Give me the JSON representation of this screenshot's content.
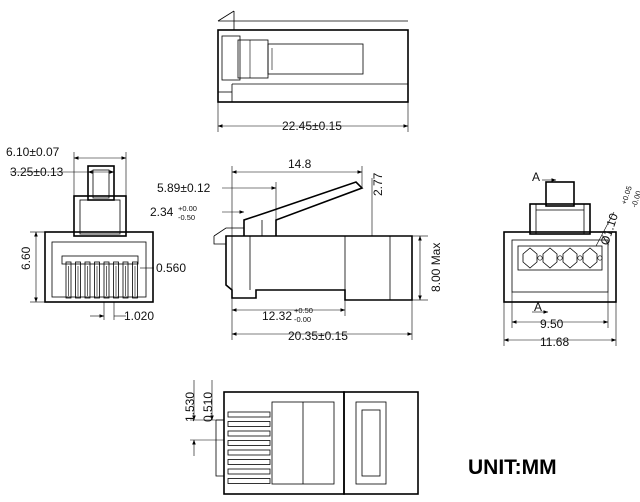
{
  "unit_label": "UNIT:MM",
  "top_view": {
    "width_dim": "22.45±0.15"
  },
  "front_view": {
    "width_outer": "6.10±0.07",
    "width_inner": "3.25±0.13",
    "height": "6.60",
    "contact_width": "0.560",
    "pitch": "1.020"
  },
  "side_view": {
    "latch_length": "14.8",
    "latch_offset": "5.89±0.12",
    "latch_height_main": "2.34",
    "latch_height_tol_upper": "+0.00",
    "latch_height_tol_lower": "-0.50",
    "latch_thickness": "2.77",
    "height_max": "8.00 Max",
    "body_length_main": "12.32",
    "body_length_tol_upper": "+0.50",
    "body_length_tol_lower": "-0.00",
    "overall_length": "20.35±0.15"
  },
  "end_view": {
    "section_top": "A",
    "section_bottom": "A",
    "hole_main": "Ø1.10",
    "hole_tol_upper": "+0.05",
    "hole_tol_lower": "-0.00",
    "inner_width": "9.50",
    "outer_width": "11.68"
  },
  "bottom_view": {
    "dim_a": "1.530",
    "dim_b": "0.510"
  }
}
